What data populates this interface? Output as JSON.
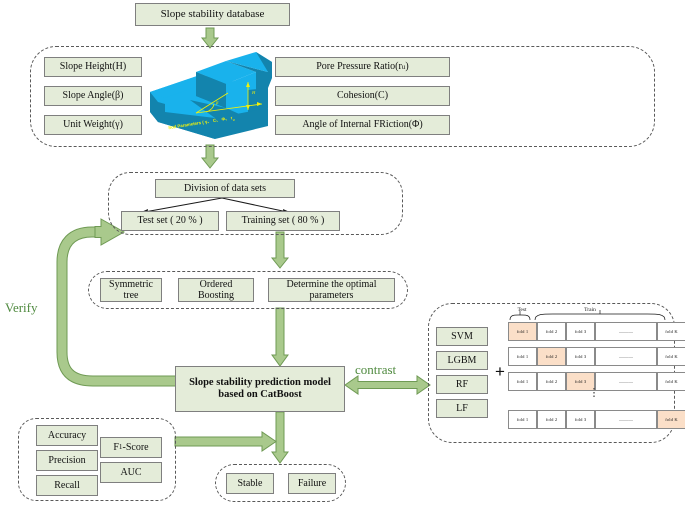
{
  "title_box": {
    "label": "Slope stability database"
  },
  "inputs_group": {
    "left_params": [
      {
        "label": "Slope Height(H)"
      },
      {
        "label": "Slope Angle(β)"
      },
      {
        "label": "Unit Weight(γ)"
      }
    ],
    "right_params": [
      {
        "label": "Pore Pressure Ratio(r",
        "sub": "u",
        "tail": ")"
      },
      {
        "label": "Cohesion(C)",
        "sub": "",
        "tail": ""
      },
      {
        "label": "Angle of Internal FRiction(Φ)",
        "sub": "",
        "tail": ""
      }
    ],
    "illustration": {
      "caption": "Soil Parameters ( γ、 C、 Φ、 r",
      "caption_sub": "u",
      "height_label": "H",
      "angle_label": "β",
      "fill_light": "#19b2ec",
      "fill_dark": "#1384ad",
      "line_color": "#f2f20a"
    }
  },
  "division_group": {
    "header": "Division of data sets",
    "test_set": "Test set ( 20 % )",
    "training_set": "Training set ( 80 % )"
  },
  "catboost_group": {
    "items": [
      "Symmetric\ntree",
      "Ordered\nBoosting",
      "Determine the optimal\nparameters"
    ]
  },
  "model_box": {
    "line1": "Slope stability prediction model",
    "line2": "based on CatBoost"
  },
  "metrics_group": {
    "left": [
      "Accuracy",
      "Precision",
      "Recall"
    ],
    "right": [
      "F",
      "AUC"
    ],
    "f1_sub": "1",
    "f1_tail": "-Score"
  },
  "outcome_group": {
    "items": [
      "Stable",
      "Failure"
    ]
  },
  "comparison_group": {
    "models": [
      "SVM",
      "LGBM",
      "RF",
      "LF"
    ],
    "plus": "+",
    "headers": {
      "test": "Test",
      "train": "Train"
    },
    "fold_labels": {
      "f1": "fold 1",
      "f2": "fold 2",
      "f3": "fold 3",
      "dots": "———",
      "fk": "fold K"
    },
    "rows": [
      {
        "highlight": 0
      },
      {
        "highlight": 1
      },
      {
        "highlight": 2
      },
      {
        "highlight": 4
      }
    ],
    "vertical_dots": "⋮"
  },
  "annotations": {
    "verify": "Verify",
    "contrast": "contrast"
  },
  "colors": {
    "box_fill": "#e4ecd9",
    "box_stroke": "#7f7f7f",
    "arrow_fill": "#a9c98c",
    "arrow_stroke": "#6f9a54",
    "green_text": "#4f8a3f",
    "dashed_stroke": "#595959",
    "fold_highlight": "#fbdfc8"
  }
}
